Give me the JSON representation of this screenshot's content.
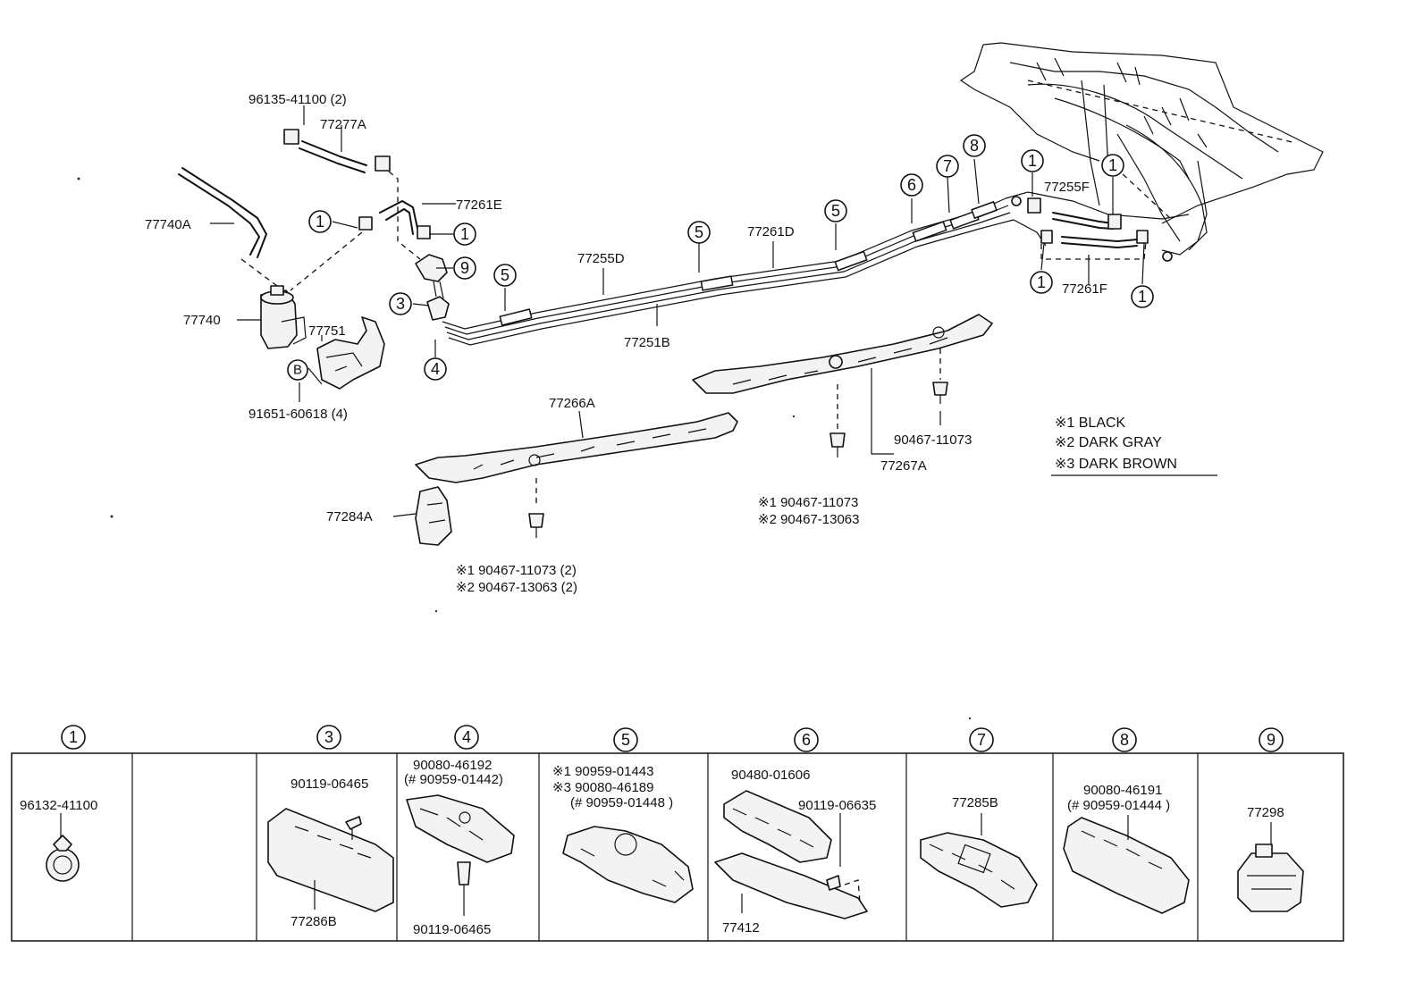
{
  "labels": {
    "p96135": "96135-41100 (2)",
    "p77277A": "77277A",
    "p77261E": "77261E",
    "p77740A": "77740A",
    "p77740": "77740",
    "p77751": "77751",
    "p91651": "91651-60618 (4)",
    "calloutB": "B",
    "p77255D": "77255D",
    "p77261D": "77261D",
    "p77251B": "77251B",
    "p77255F": "77255F",
    "p77261F": "77261F",
    "p77266A": "77266A",
    "p77284A": "77284A",
    "p77267A": "77267A",
    "p90467_right": "90467-11073",
    "mid_n1": "※1 90467-11073",
    "mid_n2": "※2 90467-13063",
    "low_n1": "※1 90467-11073 (2)",
    "low_n2": "※2 90467-13063 (2)"
  },
  "legend": {
    "black": "※1 BLACK",
    "darkgray": "※2 DARK GRAY",
    "darkbrown": "※3 DARK BROWN"
  },
  "callouts": {
    "c1": "1",
    "c3": "3",
    "c4": "4",
    "c5": "5",
    "c6": "6",
    "c7": "7",
    "c8": "8",
    "c9": "9"
  },
  "table": {
    "h1": "1",
    "h3": "3",
    "h4": "4",
    "h5": "5",
    "h6": "6",
    "h7": "7",
    "h8": "8",
    "h9": "9",
    "c1_part": "96132-41100",
    "c3_top": "90119-06465",
    "c3_bottom": "77286B",
    "c4_top1": "90080-46192",
    "c4_top2": "(# 90959-01442)",
    "c4_bottom": "90119-06465",
    "c5_l1": "※1 90959-01443",
    "c5_l2": "※3 90080-46189",
    "c5_l3": "(# 90959-01448 )",
    "c6_top": "90480-01606",
    "c6_mid": "90119-06635",
    "c6_bottom": "77412",
    "c7_part": "77285B",
    "c8_l1": "90080-46191",
    "c8_l2": "(# 90959-01444 )",
    "c9_part": "77298"
  }
}
